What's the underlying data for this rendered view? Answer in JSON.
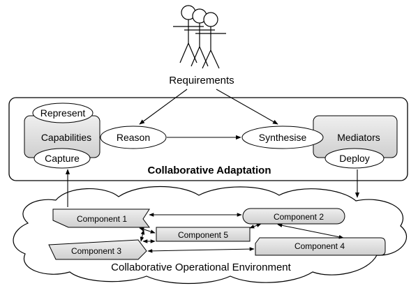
{
  "actors": {
    "label": "Requirements"
  },
  "adaptation": {
    "title": "Collaborative Adaptation",
    "capabilities": {
      "label": "Capabilities",
      "represent": "Represent",
      "capture": "Capture"
    },
    "reason": "Reason",
    "synthesise": "Synthesise",
    "mediators": {
      "label": "Mediators",
      "deploy": "Deploy"
    }
  },
  "environment": {
    "label": "Collaborative Operational Environment",
    "components": {
      "c1": "Component 1",
      "c2": "Component 2",
      "c3": "Component 3",
      "c4": "Component 4",
      "c5": "Component 5"
    }
  },
  "colors": {
    "box_fill": "#d9d9d9",
    "stroke": "#000000",
    "background": "#ffffff"
  }
}
